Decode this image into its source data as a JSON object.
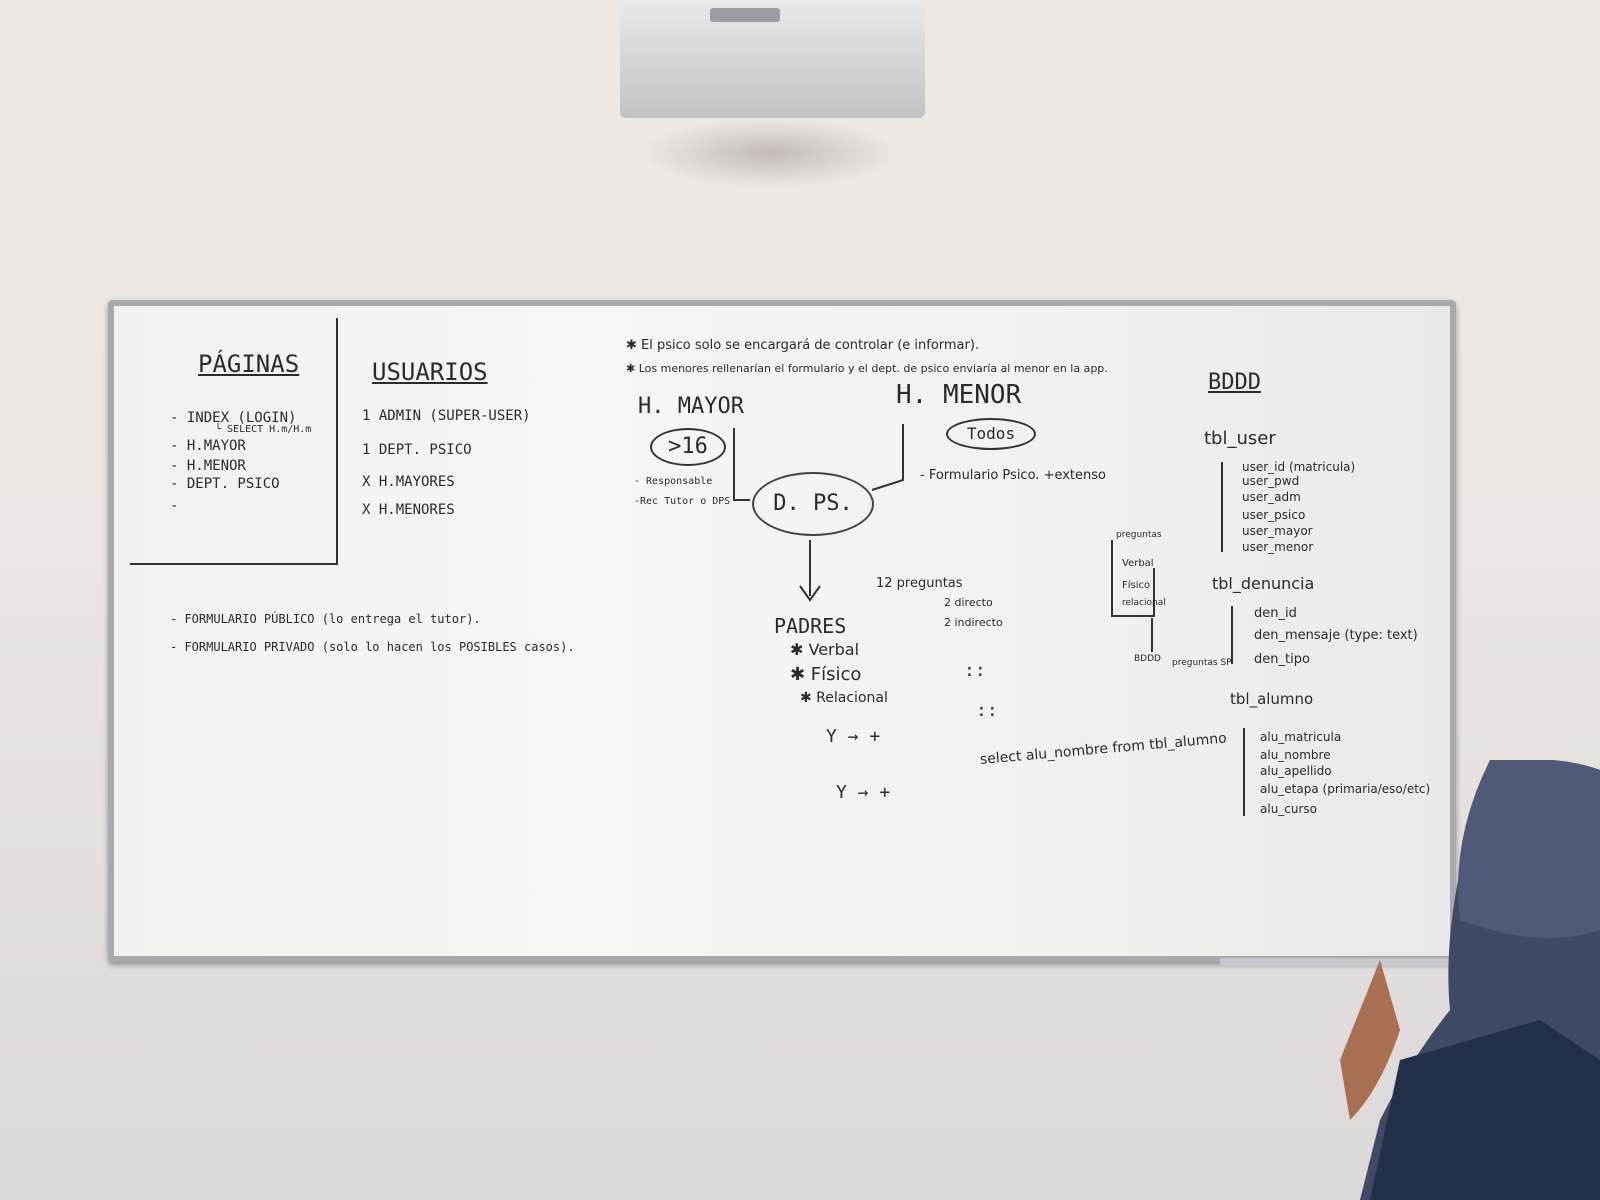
{
  "board": {
    "note1": "✱ El psico solo se encargará de controlar (e informar).",
    "note2": "✱ Los menores rellenarían el formulario y el dept. de psico enviaría al menor en la app.",
    "paginas": {
      "title": "PÁGINAS",
      "items": [
        "- INDEX (LOGIN)",
        "└ SELECT H.m/H.m",
        "- H.MAYOR",
        "- H.MENOR",
        "- DEPT. PSICO",
        "-"
      ]
    },
    "usuarios": {
      "title": "USUARIOS",
      "items": [
        "1 ADMIN (SUPER-USER)",
        "1 DEPT. PSICO",
        "X H.MAYORES",
        "X H.MENORES"
      ]
    },
    "formularios": [
      "- FORMULARIO PÚBLICO (lo entrega el tutor).",
      "- FORMULARIO PRIVADO (solo lo hacen los POSIBLES casos)."
    ],
    "mayor": {
      "title": "H. MAYOR",
      "badge": ">16",
      "line1": "- Responsable",
      "line2": "-Rec Tutor o DPS"
    },
    "menor": {
      "title": "H. MENOR",
      "badge": "Todos",
      "line1": "- Formulario Psico. +extenso"
    },
    "dps": "D. PS.",
    "padres": {
      "title": "PADRES",
      "questions": "12 preguntas",
      "directo": "2 directo",
      "indirecto": "2 indirecto",
      "items": [
        "✱ Verbal",
        "✱ Físico",
        "✱ Relacional"
      ],
      "dots": "::",
      "y1": "Y → +",
      "y2": "Y → +"
    },
    "preguntas": {
      "label": "preguntas",
      "items": [
        "Verbal",
        "Físico",
        "relacional"
      ],
      "bddd": "BDDD",
      "preguntas_sp": "preguntas SP"
    },
    "select_query": "select alu_nombre from tbl_alumno",
    "bddd": {
      "title": "BDDD",
      "tables": [
        {
          "name": "tbl_user",
          "fields": [
            "user_id (matricula)",
            "user_pwd",
            "user_adm",
            "user_psico",
            "user_mayor",
            "user_menor"
          ]
        },
        {
          "name": "tbl_denuncia",
          "fields": [
            "den_id",
            "den_mensaje (type: text)",
            "den_tipo"
          ]
        },
        {
          "name": "tbl_alumno",
          "fields": [
            "alu_matricula",
            "alu_nombre",
            "alu_apellido",
            "alu_etapa (primaria/eso/etc)",
            "alu_curso"
          ]
        }
      ]
    }
  }
}
